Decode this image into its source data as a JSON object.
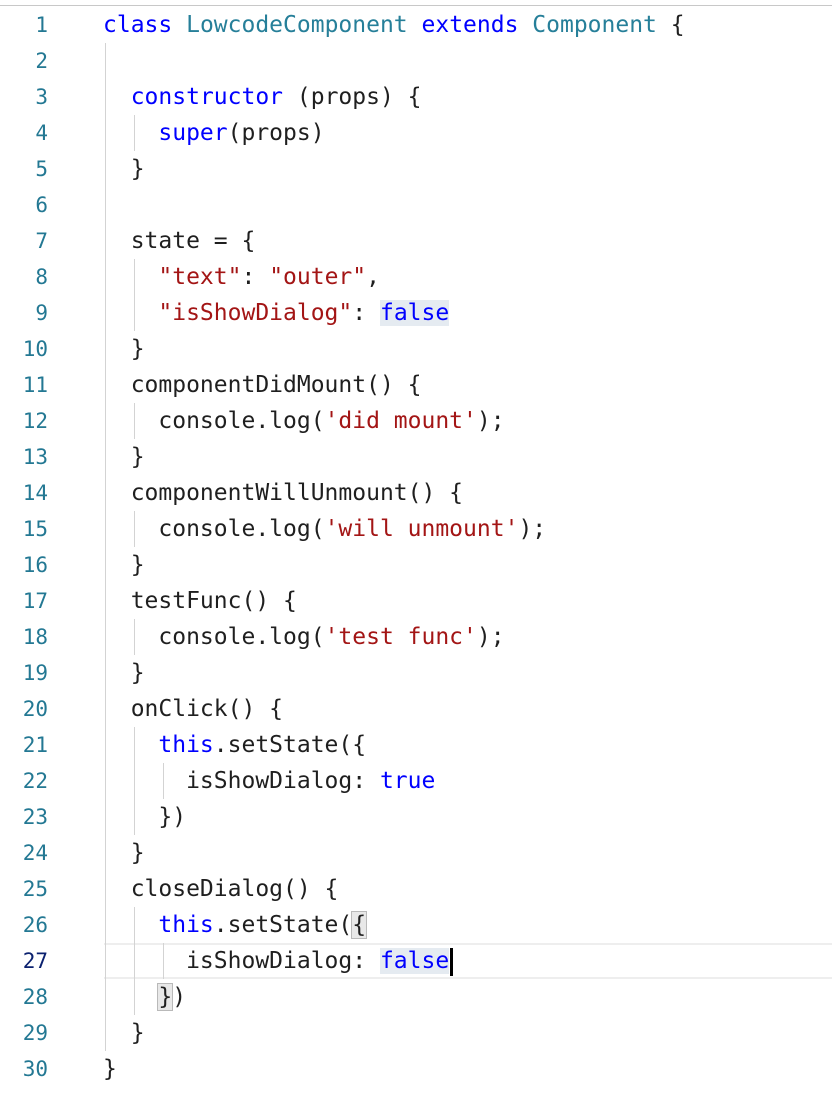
{
  "editor": {
    "active_line": 27,
    "lines": [
      {
        "n": "1",
        "tokens": [
          [
            "kw",
            "class "
          ],
          [
            "ty",
            "LowcodeComponent "
          ],
          [
            "kw",
            "extends "
          ],
          [
            "ty",
            "Component"
          ],
          [
            "pn",
            " {"
          ]
        ]
      },
      {
        "n": "2",
        "tokens": []
      },
      {
        "n": "3",
        "tokens": [
          [
            "pn",
            "  "
          ],
          [
            "kw",
            "constructor "
          ],
          [
            "pn",
            "(props) {"
          ]
        ]
      },
      {
        "n": "4",
        "tokens": [
          [
            "pn",
            "    "
          ],
          [
            "kw",
            "super"
          ],
          [
            "pn",
            "(props)"
          ]
        ]
      },
      {
        "n": "5",
        "tokens": [
          [
            "pn",
            "  }"
          ]
        ]
      },
      {
        "n": "6",
        "tokens": []
      },
      {
        "n": "7",
        "tokens": [
          [
            "pn",
            "  state = {"
          ]
        ]
      },
      {
        "n": "8",
        "tokens": [
          [
            "pn",
            "    "
          ],
          [
            "str",
            "\"text\""
          ],
          [
            "pn",
            ": "
          ],
          [
            "str",
            "\"outer\""
          ],
          [
            "pn",
            ","
          ]
        ]
      },
      {
        "n": "9",
        "tokens": [
          [
            "pn",
            "    "
          ],
          [
            "str",
            "\"isShowDialog\""
          ],
          [
            "pn",
            ": "
          ],
          [
            "kw hl",
            "false"
          ]
        ]
      },
      {
        "n": "10",
        "tokens": [
          [
            "pn",
            "  }"
          ]
        ]
      },
      {
        "n": "11",
        "tokens": [
          [
            "pn",
            "  componentDidMount() {"
          ]
        ]
      },
      {
        "n": "12",
        "tokens": [
          [
            "pn",
            "    console.log("
          ],
          [
            "str",
            "'did mount'"
          ],
          [
            "pn",
            ");"
          ]
        ]
      },
      {
        "n": "13",
        "tokens": [
          [
            "pn",
            "  }"
          ]
        ]
      },
      {
        "n": "14",
        "tokens": [
          [
            "pn",
            "  componentWillUnmount() {"
          ]
        ]
      },
      {
        "n": "15",
        "tokens": [
          [
            "pn",
            "    console.log("
          ],
          [
            "str",
            "'will unmount'"
          ],
          [
            "pn",
            ");"
          ]
        ]
      },
      {
        "n": "16",
        "tokens": [
          [
            "pn",
            "  }"
          ]
        ]
      },
      {
        "n": "17",
        "tokens": [
          [
            "pn",
            "  testFunc() {"
          ]
        ]
      },
      {
        "n": "18",
        "tokens": [
          [
            "pn",
            "    console.log("
          ],
          [
            "str",
            "'test func'"
          ],
          [
            "pn",
            ");"
          ]
        ]
      },
      {
        "n": "19",
        "tokens": [
          [
            "pn",
            "  }"
          ]
        ]
      },
      {
        "n": "20",
        "tokens": [
          [
            "pn",
            "  onClick() {"
          ]
        ]
      },
      {
        "n": "21",
        "tokens": [
          [
            "pn",
            "    "
          ],
          [
            "kw",
            "this"
          ],
          [
            "pn",
            ".setState({"
          ]
        ]
      },
      {
        "n": "22",
        "tokens": [
          [
            "pn",
            "      isShowDialog: "
          ],
          [
            "kw",
            "true"
          ]
        ]
      },
      {
        "n": "23",
        "tokens": [
          [
            "pn",
            "    })"
          ]
        ]
      },
      {
        "n": "24",
        "tokens": [
          [
            "pn",
            "  }"
          ]
        ]
      },
      {
        "n": "25",
        "tokens": [
          [
            "pn",
            "  closeDialog() {"
          ]
        ]
      },
      {
        "n": "26",
        "tokens": [
          [
            "pn",
            "    "
          ],
          [
            "kw",
            "this"
          ],
          [
            "pn",
            ".setState("
          ],
          [
            "pn bracket-match",
            "{"
          ]
        ]
      },
      {
        "n": "27",
        "tokens": [
          [
            "pn",
            "      isShowDialog: "
          ],
          [
            "kw hl",
            "false"
          ]
        ]
      },
      {
        "n": "28",
        "tokens": [
          [
            "pn",
            "    "
          ],
          [
            "pn bracket-match",
            "}"
          ],
          [
            "pn",
            ")"
          ]
        ]
      },
      {
        "n": "29",
        "tokens": [
          [
            "pn",
            "  }"
          ]
        ]
      },
      {
        "n": "30",
        "tokens": [
          [
            "pn",
            "}"
          ]
        ]
      }
    ]
  }
}
